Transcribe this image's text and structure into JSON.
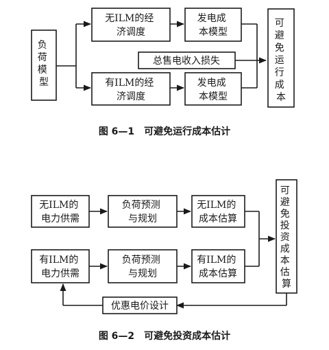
{
  "figure1": {
    "load_model": [
      "负",
      "荷",
      "模",
      "型"
    ],
    "dispatch_without": [
      "无ILM的经",
      "济调度"
    ],
    "gen_cost_model_top": [
      "发电成",
      "本模型"
    ],
    "sales_loss": "总售电收入损失",
    "dispatch_with": [
      "有ILM的经",
      "济调度"
    ],
    "gen_cost_model_bottom": [
      "发电成",
      "本模型"
    ],
    "avoidable_operating_cost": [
      "可",
      "避",
      "免",
      "运",
      "行",
      "成",
      "本"
    ],
    "caption": "图 6—1　可避免运行成本估计"
  },
  "figure2": {
    "demand_without": [
      "无ILM的",
      "电力供需"
    ],
    "forecast_top": [
      "负荷预测",
      "与规划"
    ],
    "cost_est_without": [
      "无ILM的",
      "成本估算"
    ],
    "demand_with": [
      "有ILM的",
      "电力供需"
    ],
    "forecast_bottom": [
      "负荷预测",
      "与规划"
    ],
    "cost_est_with": [
      "有ILM的",
      "成本估算"
    ],
    "price_design": "优惠电价设计",
    "avoidable_investment_cost": [
      "可",
      "避",
      "免",
      "投",
      "资",
      "成",
      "本",
      "估",
      "算"
    ],
    "caption": "图 6—2　可避免投资成本估计"
  }
}
